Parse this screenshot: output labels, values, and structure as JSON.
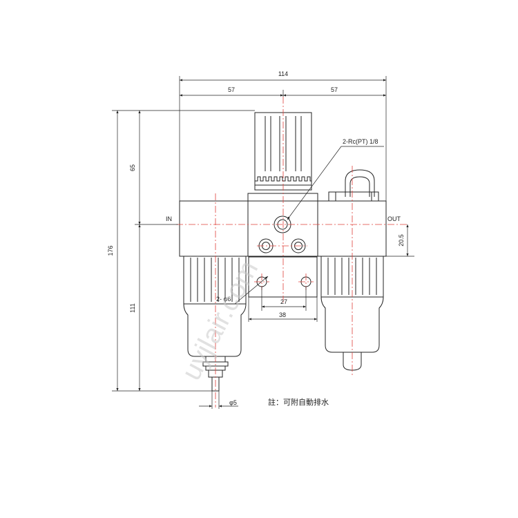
{
  "dimensions": {
    "overall_width": "114",
    "left_half": "57",
    "right_half": "57",
    "overall_height": "176",
    "upper_height": "65",
    "lower_height": "111",
    "out_offset": "20.5",
    "hole_spacing": "27",
    "bracket_width": "38",
    "drain_dia": "φ5"
  },
  "labels": {
    "port_in": "IN",
    "port_out": "OUT",
    "gauge_port": "2-Rc(PT) 1/8",
    "mount_holes": "2- φ6",
    "note": "註：可附自動排水"
  },
  "watermark": "uyjlair.com",
  "colors": {
    "outline": "#222222",
    "centerline": "#e0403a",
    "watermark": "#c9c9c9"
  }
}
